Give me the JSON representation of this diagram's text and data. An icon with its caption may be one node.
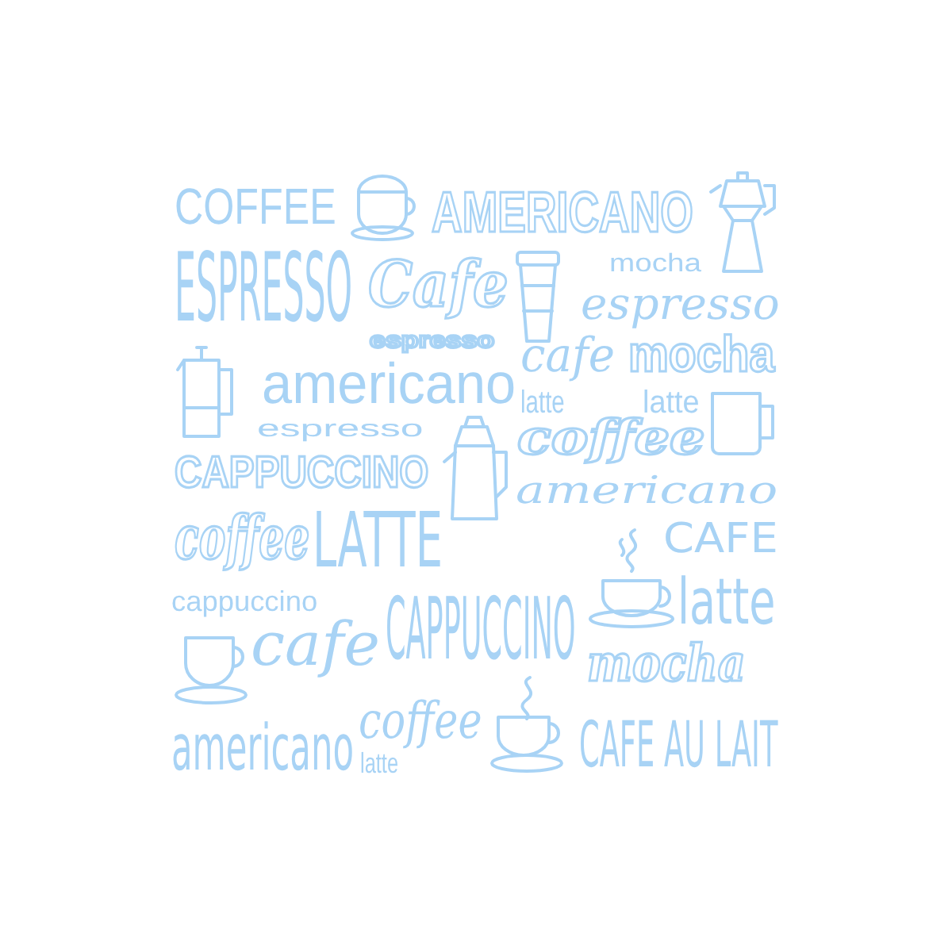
{
  "diagram": {
    "labels": [
      "COFFEE",
      "AMERICANO",
      "ESPRESSO",
      "Cafe",
      "mocha",
      "espresso",
      "espresso",
      "cafe",
      "mocha",
      "americano",
      "latte",
      "latte",
      "coffee",
      "espresso",
      "CAPPUCCINO",
      "americano",
      "coffee",
      "LATTE",
      "CAFE",
      "cappuccino",
      "CAPPUCCINO",
      "latte",
      "cafe",
      "mocha",
      "americano",
      "coffee",
      "latte",
      "CAFE AU LAIT"
    ]
  }
}
